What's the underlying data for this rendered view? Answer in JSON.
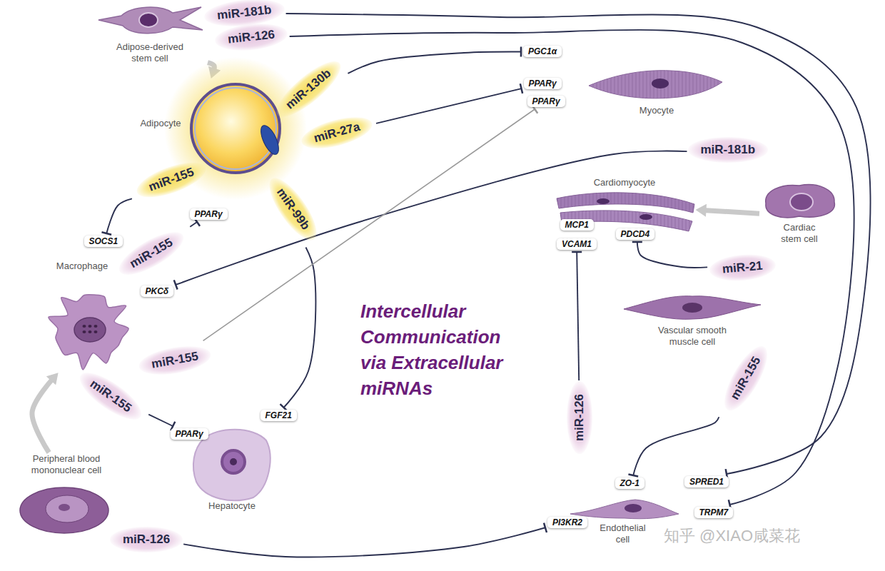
{
  "diagram": {
    "title": "Intercellular Communication via Extracellular miRNAs",
    "nodes": [
      {
        "text": [
          "Adipose-derived stem cell"
        ]
      },
      {
        "text": [
          "Adipocyte"
        ]
      },
      {
        "text": [
          "Macrophage"
        ]
      },
      {
        "text": [
          "Peripheral blood mononuclear cell"
        ]
      },
      {
        "text": [
          "Hepatocyte"
        ]
      },
      {
        "text": [
          "Myocyte"
        ]
      },
      {
        "text": [
          "Cardiomyocyte"
        ]
      },
      {
        "text": [
          "Cardiac stem cell"
        ]
      },
      {
        "text": [
          "Vascular smooth muscle cell"
        ]
      },
      {
        "text": [
          "Endothelial cell"
        ]
      },
      {
        "text": [
          "miR-181b"
        ]
      },
      {
        "text": [
          "miR-126"
        ]
      },
      {
        "text": [
          "miR-130b"
        ]
      },
      {
        "text": [
          "miR-27a"
        ]
      },
      {
        "text": [
          "miR-155"
        ]
      },
      {
        "text": [
          "miR-99b"
        ]
      },
      {
        "text": [
          "miR-155"
        ]
      },
      {
        "text": [
          "miR-155"
        ]
      },
      {
        "text": [
          "miR-155"
        ]
      },
      {
        "text": [
          "miR-126"
        ]
      },
      {
        "text": [
          "miR-181b"
        ]
      },
      {
        "text": [
          "miR-21"
        ]
      },
      {
        "text": [
          "miR-155"
        ]
      },
      {
        "text": [
          "miR-126"
        ]
      },
      {
        "text": [
          "PGC1α"
        ]
      },
      {
        "text": [
          "PPARγ"
        ]
      },
      {
        "text": [
          "PPARγ"
        ]
      },
      {
        "text": [
          "SOCS1"
        ]
      },
      {
        "text": [
          "PPARγ"
        ]
      },
      {
        "text": [
          "PKCδ"
        ]
      },
      {
        "text": [
          "FGF21"
        ]
      },
      {
        "text": [
          "PPARγ"
        ]
      },
      {
        "text": [
          "MCP1"
        ]
      },
      {
        "text": [
          "VCAM1"
        ]
      },
      {
        "text": [
          "PDCD4"
        ]
      },
      {
        "text": [
          "ZO-1"
        ]
      },
      {
        "text": [
          "SPRED1"
        ]
      },
      {
        "text": [
          "TRPM7"
        ]
      },
      {
        "text": [
          "PI3KR2"
        ]
      }
    ],
    "edges": [
      {
        "from": 0,
        "to": 1,
        "arrow": "to"
      },
      {
        "from": 3,
        "to": 2,
        "arrow": "to"
      },
      {
        "from": 7,
        "to": 6,
        "arrow": "to"
      },
      {
        "from": 10,
        "to": 36,
        "arrow": "to"
      },
      {
        "from": 11,
        "to": 37,
        "arrow": "to"
      },
      {
        "from": 12,
        "to": 24,
        "arrow": "to"
      },
      {
        "from": 13,
        "to": 25,
        "arrow": "to"
      },
      {
        "from": 14,
        "to": 27,
        "arrow": "to"
      },
      {
        "from": 16,
        "to": 28,
        "arrow": "to"
      },
      {
        "from": 15,
        "to": 30,
        "arrow": "to"
      },
      {
        "from": 20,
        "to": 29,
        "arrow": "to"
      },
      {
        "from": 17,
        "to": 26,
        "arrow": "to"
      },
      {
        "from": 18,
        "to": 31,
        "arrow": "to"
      },
      {
        "from": 19,
        "to": 38,
        "arrow": "to"
      },
      {
        "from": 21,
        "to": 34,
        "arrow": "to"
      },
      {
        "from": 23,
        "to": 33,
        "arrow": "to"
      },
      {
        "from": 22,
        "to": 35,
        "arrow": "to"
      }
    ],
    "labels": [
      "知乎 @XIAO咸菜花"
    ]
  }
}
